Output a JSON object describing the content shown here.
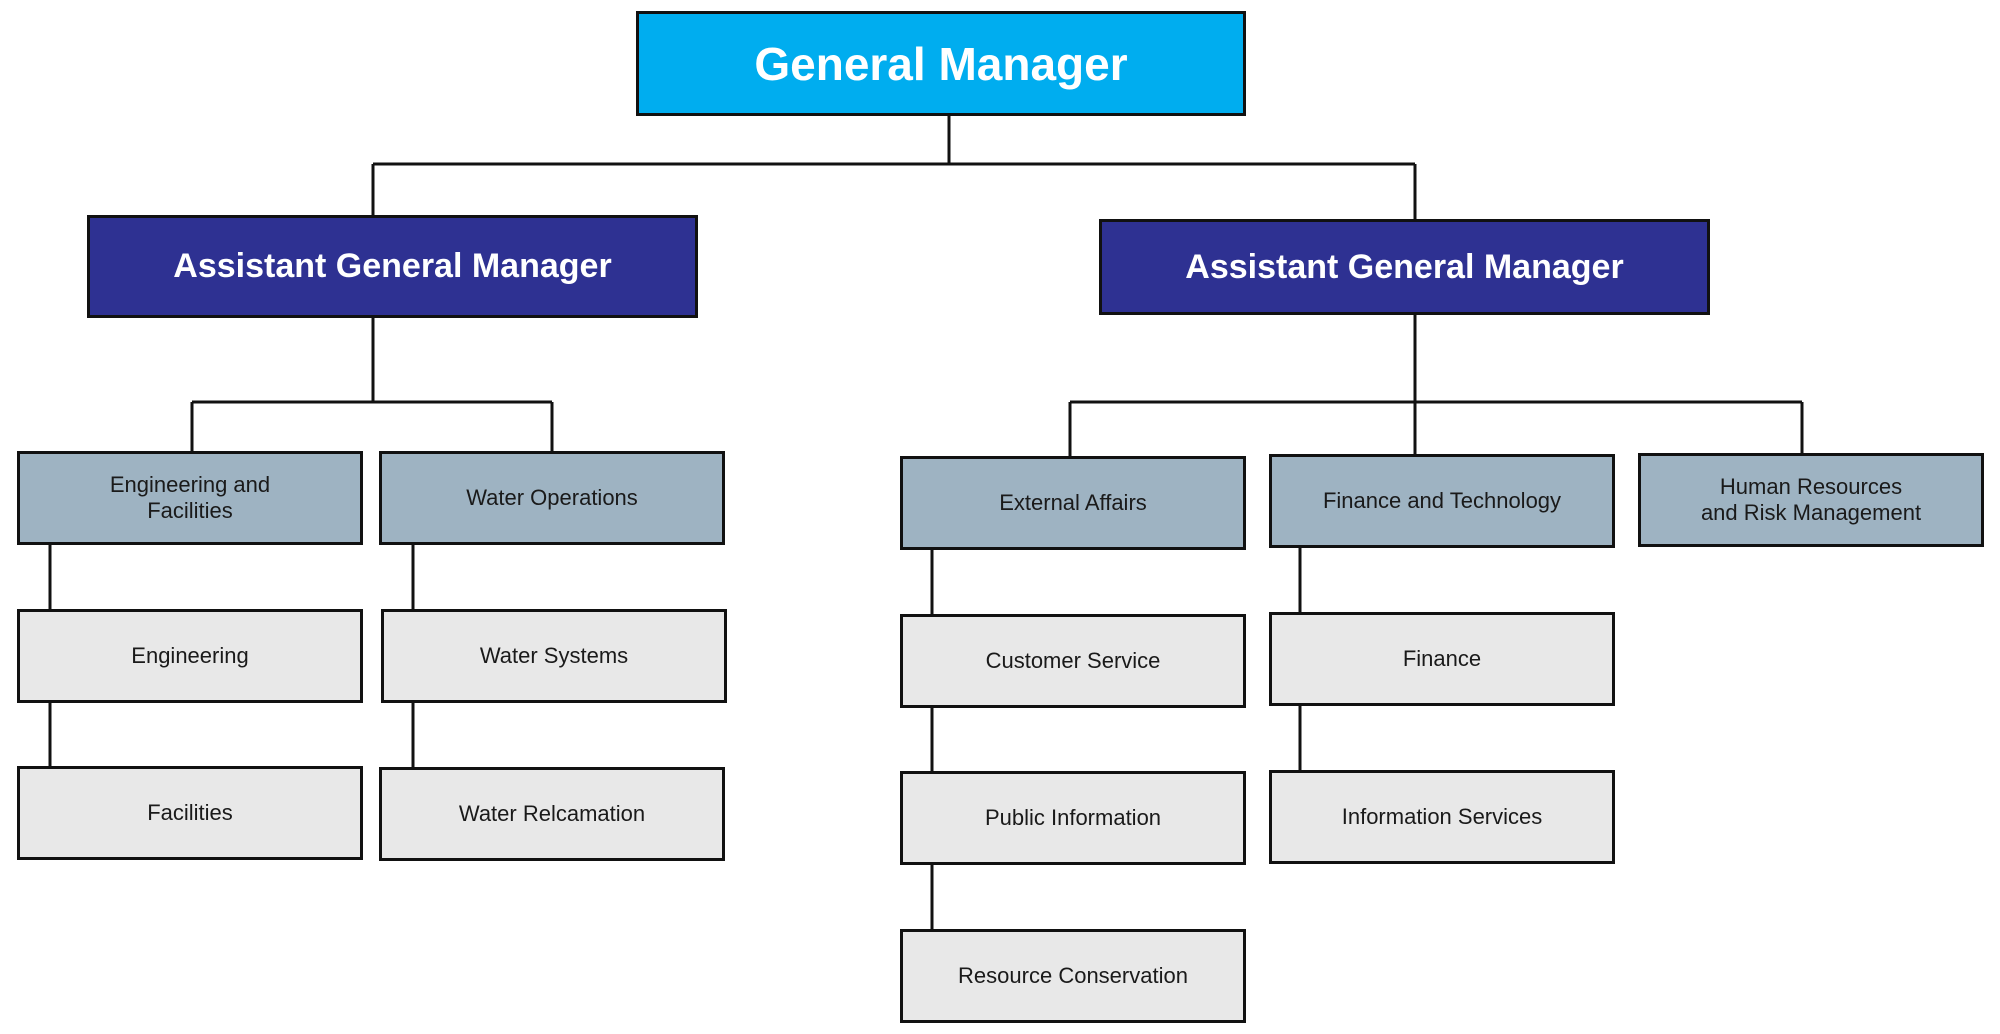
{
  "colors": {
    "general_manager": "#00ADEF",
    "assistant_general_manager": "#2E3192",
    "department": "#9EB3C2",
    "unit": "#E8E8E8",
    "line": "#111111"
  },
  "org": {
    "general_manager": "General Manager",
    "agm_left": "Assistant General Manager",
    "agm_right": "Assistant General Manager",
    "departments": {
      "engineering_facilities": "Engineering and\nFacilities",
      "water_operations": "Water Operations",
      "external_affairs": "External Affairs",
      "finance_technology": "Finance and Technology",
      "hr_risk": "Human Resources\nand Risk Management"
    },
    "units": {
      "engineering": "Engineering",
      "facilities": "Facilities",
      "water_systems": "Water Systems",
      "water_reclamation": "Water Relcamation",
      "customer_service": "Customer Service",
      "public_information": "Public Information",
      "resource_conservation": "Resource Conservation",
      "finance": "Finance",
      "information_services": "Information Services"
    }
  }
}
